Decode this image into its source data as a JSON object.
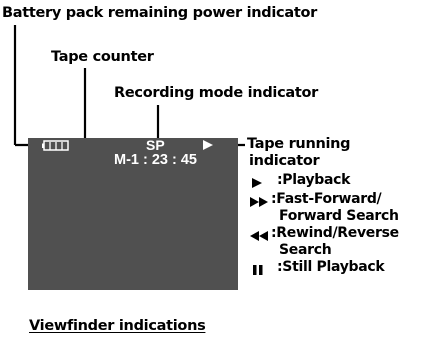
{
  "labels": {
    "battery": "Battery pack remaining power indicator",
    "tape_counter": "Tape counter",
    "recording_mode": "Recording mode indicator",
    "tape_running_line1": "Tape running",
    "tape_running_line2": "indicator"
  },
  "screen": {
    "mode": "SP",
    "counter": "M-1 : 23 : 45",
    "background_color": "#505050",
    "text_color": "#ffffff"
  },
  "legend": [
    {
      "icon": "play-icon",
      "text": ":Playback"
    },
    {
      "icon": "fast-forward-icon",
      "text": ":Fast-Forward/"
    },
    {
      "icon": "",
      "text": "Forward Search"
    },
    {
      "icon": "rewind-icon",
      "text": ":Rewind/Reverse"
    },
    {
      "icon": "",
      "text": "Search"
    },
    {
      "icon": "pause-icon",
      "text": ":Still Playback"
    }
  ],
  "caption": "Viewfinder indications"
}
